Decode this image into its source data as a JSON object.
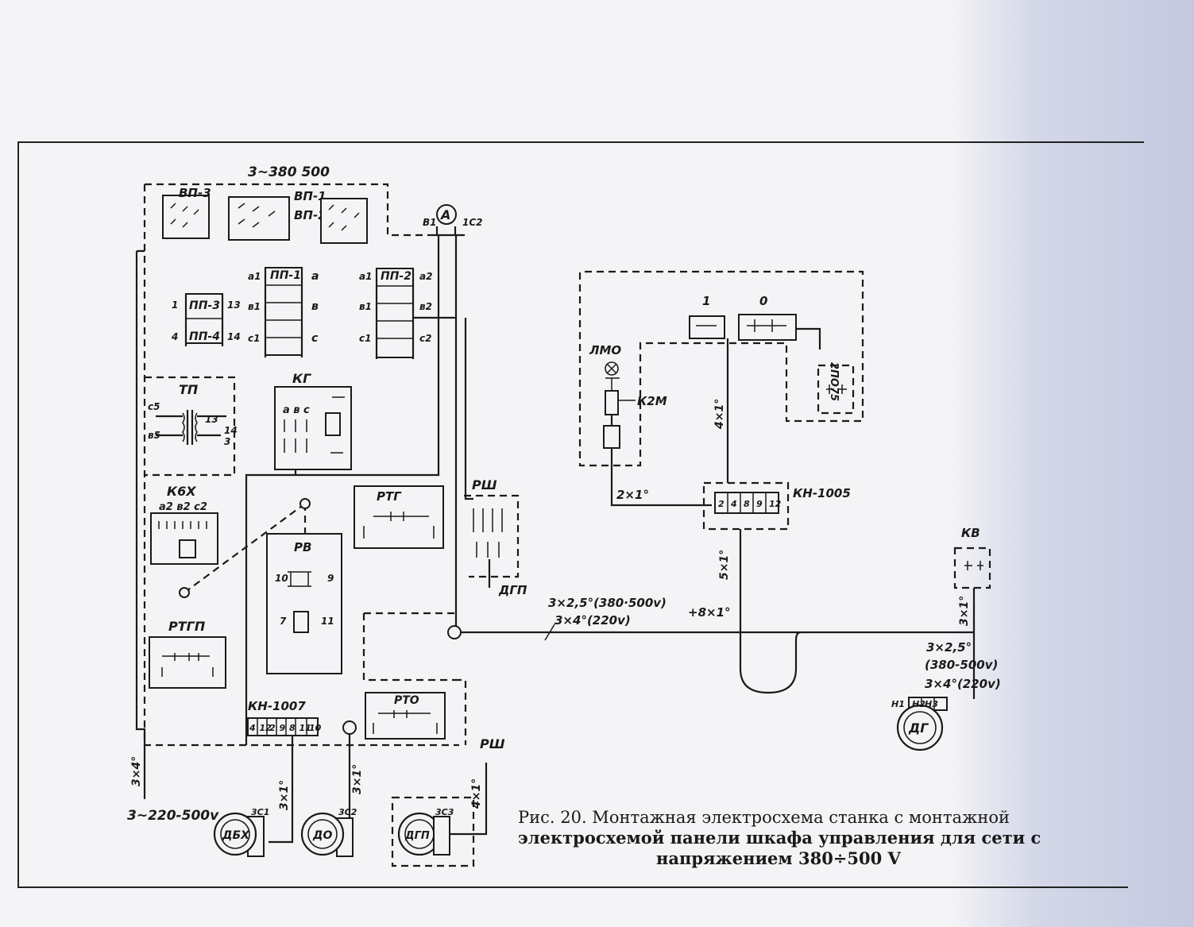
{
  "diagram": {
    "header_supply": "3~380 500",
    "switches": {
      "vp3": "ВП-3",
      "vp1": "ВП-1",
      "vp2": "ВП-2"
    },
    "ammeter": "A",
    "ammeter_terminals": {
      "left": "В1",
      "right": "1С2"
    },
    "fuses": {
      "pp1": "ПП-1",
      "pp2": "ПП-2",
      "pp3": "ПП-3",
      "pp4": "ПП-4"
    },
    "fuse_terms": {
      "a1": "а1",
      "a": "а",
      "b1": "в1",
      "b": "в",
      "c1": "с1",
      "c": "с",
      "a1r": "а1",
      "a2": "а2",
      "b1r": "в1",
      "b2": "в2",
      "c1r": "с1",
      "c2": "с2",
      "t1": "1",
      "t13": "13",
      "t4": "4",
      "t14": "14"
    },
    "transformer": "ТП",
    "transformer_terms": {
      "c5": "с5",
      "b5": "в5",
      "t13": "13",
      "t14": "14",
      "t3": "3"
    },
    "contactor_kg": "КГ",
    "kg_terms": "а в с",
    "contactor_k6x": "К6Х",
    "k6x_terms": "а2 в2 с2",
    "relay_rtgp": "РТГП",
    "relay_rv": "РВ",
    "rv_terms": {
      "t10": "10",
      "t9": "9",
      "t7": "7",
      "t11": "11"
    },
    "relay_rtg": "РТГ",
    "relay_rto": "РТО",
    "terminal_block_1": "КН-1007",
    "terminal_block_1_cells": [
      "4",
      "12",
      "2",
      "9",
      "8",
      "11",
      "10"
    ],
    "plug_top": "РШ",
    "plug_bottom": "РШ",
    "dgp_label": "ДГП",
    "cable_main_a": "3×2,5°(380·500v)",
    "cable_main_plus": "+8×1°",
    "cable_main_b": "3×4°(220v)",
    "cable_2x1": "2×1°",
    "cable_4x1": "4×1°",
    "cable_5x1": "5×1°",
    "cable_3x1_kv": "3×1°",
    "cable_3x4_left": "3×4°",
    "cable_3x1_a": "3×1°",
    "cable_3x1_b": "3×1°",
    "cable_4x1_b": "4×1°",
    "lamp": "ЛМО",
    "lamp_resistor": "К2М",
    "switch_1": "1",
    "switch_0": "0",
    "pushbutton": "2ПО75",
    "terminal_block_2": "КН-1005",
    "terminal_block_2_cells": [
      "2",
      "4",
      "8",
      "9",
      "12"
    ],
    "limit_switch": "КВ",
    "supply_left": "3~220-500v",
    "motor_dg_cable_a": "3×2,5°",
    "motor_dg_cable_b": "(380-500v)",
    "motor_dg_cable_c": "3×4°(220v)",
    "motor_dg": "ДГ",
    "motor_dg_terms": [
      "Н1",
      "Н2",
      "Н3"
    ],
    "motor_dbx": "ДБХ",
    "motor_do": "ДО",
    "motor_dgp": "ДГП",
    "motor_terms": {
      "c1": "3С1",
      "c2": "3С2",
      "c3": "3С3"
    }
  },
  "caption": {
    "line1": "Рис. 20. Монтажная электросхема станка с монтажной",
    "line2": "электросхемой панели шкафа управления для сети с",
    "line3": "напряжением 380÷500 V"
  }
}
